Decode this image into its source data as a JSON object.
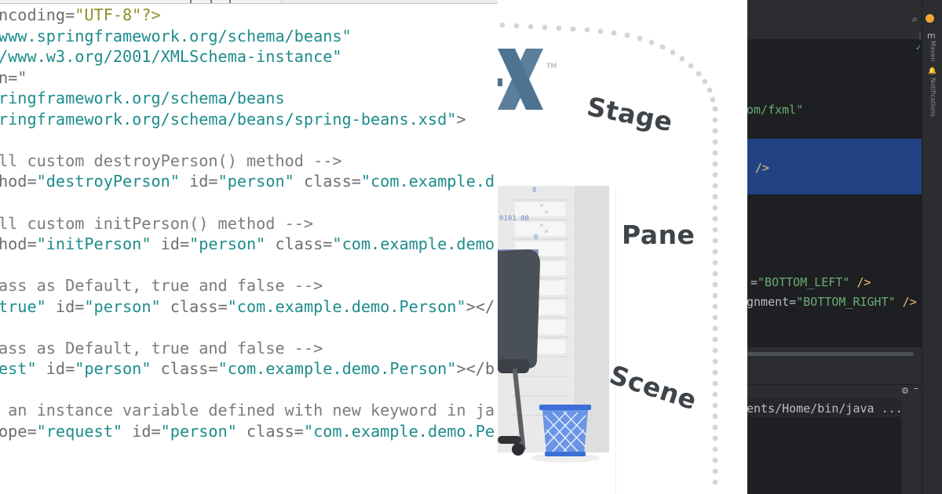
{
  "xml_editor": {
    "lines": [
      {
        "segments": [
          {
            "t": "ncoding=",
            "c": "plain"
          },
          {
            "t": "\"UTF-8\"",
            "c": "pi"
          },
          {
            "t": "?>",
            "c": "pi"
          }
        ]
      },
      {
        "segments": [
          {
            "t": "www.springframework.org/schema/beans\"",
            "c": "str"
          }
        ]
      },
      {
        "segments": [
          {
            "t": "/www.w3.org/2001/XMLSchema-instance\"",
            "c": "str"
          }
        ]
      },
      {
        "segments": [
          {
            "t": "n=\"",
            "c": "plain"
          }
        ]
      },
      {
        "segments": [
          {
            "t": "ringframework.org/schema/beans",
            "c": "str"
          }
        ]
      },
      {
        "segments": [
          {
            "t": "ringframework.org/schema/beans/spring-beans.xsd\"",
            "c": "str"
          },
          {
            "t": ">",
            "c": "plain"
          }
        ]
      },
      {
        "segments": []
      },
      {
        "segments": [
          {
            "t": "ll custom destroyPerson() method -->",
            "c": "comment"
          }
        ]
      },
      {
        "segments": [
          {
            "t": "hod=",
            "c": "plain"
          },
          {
            "t": "\"destroyPerson\"",
            "c": "str"
          },
          {
            "t": " id=",
            "c": "plain"
          },
          {
            "t": "\"person\"",
            "c": "str"
          },
          {
            "t": " class=",
            "c": "plain"
          },
          {
            "t": "\"com.example.d",
            "c": "str"
          }
        ]
      },
      {
        "segments": []
      },
      {
        "segments": [
          {
            "t": "ll custom initPerson() method -->",
            "c": "comment"
          }
        ]
      },
      {
        "segments": [
          {
            "t": "hod=",
            "c": "plain"
          },
          {
            "t": "\"initPerson\"",
            "c": "str"
          },
          {
            "t": " id=",
            "c": "plain"
          },
          {
            "t": "\"person\"",
            "c": "str"
          },
          {
            "t": " class=",
            "c": "plain"
          },
          {
            "t": "\"com.example.demo",
            "c": "str"
          }
        ]
      },
      {
        "segments": []
      },
      {
        "segments": [
          {
            "t": "ass as Default, true and false -->",
            "c": "comment"
          }
        ]
      },
      {
        "segments": [
          {
            "t": "true\"",
            "c": "str"
          },
          {
            "t": " id=",
            "c": "plain"
          },
          {
            "t": "\"person\"",
            "c": "str"
          },
          {
            "t": " class=",
            "c": "plain"
          },
          {
            "t": "\"com.example.demo.Person\"",
            "c": "str"
          },
          {
            "t": "></",
            "c": "plain"
          }
        ]
      },
      {
        "segments": []
      },
      {
        "segments": [
          {
            "t": "ass as Default, true and false -->",
            "c": "comment"
          }
        ]
      },
      {
        "segments": [
          {
            "t": "est\"",
            "c": "str"
          },
          {
            "t": " id=",
            "c": "plain"
          },
          {
            "t": "\"person\"",
            "c": "str"
          },
          {
            "t": " class=",
            "c": "plain"
          },
          {
            "t": "\"com.example.demo.Person\"",
            "c": "str"
          },
          {
            "t": "></b",
            "c": "plain"
          }
        ]
      },
      {
        "segments": []
      },
      {
        "segments": [
          {
            "t": " an instance variable defined with new keyword in ja",
            "c": "comment"
          }
        ]
      },
      {
        "segments": [
          {
            "t": "ope=",
            "c": "plain"
          },
          {
            "t": "\"request\"",
            "c": "str"
          },
          {
            "t": " id=",
            "c": "plain"
          },
          {
            "t": "\"person\"",
            "c": "str"
          },
          {
            "t": " class=",
            "c": "plain"
          },
          {
            "t": "\"com.example.demo.Pe",
            "c": "str"
          }
        ]
      }
    ]
  },
  "illustration": {
    "labels": {
      "stage": "Stage",
      "pane": "Pane",
      "scene": "Scene"
    },
    "logo_fragment": "X",
    "trademark": "TM",
    "rack_text_1": "0",
    "rack_text_2": "0101 00",
    "rack_text_3": "0",
    "colors": {
      "logo": "#4e7391",
      "label": "#3f4449",
      "accent_blue": "#3b6fd6",
      "dots": "#d5d5d5"
    }
  },
  "ide": {
    "code": {
      "fxml_ns": "om/fxml\"",
      "selected_close": "/>",
      "line_bottom_left": [
        {
          "t": "=",
          "c": "plain"
        },
        {
          "t": "\"BOTTOM_LEFT\"",
          "c": "str"
        },
        {
          "t": " />",
          "c": "tag"
        }
      ],
      "line_bottom_right": [
        {
          "t": "gnment=",
          "c": "attr"
        },
        {
          "t": "\"BOTTOM_RIGHT\"",
          "c": "str"
        },
        {
          "t": " />",
          "c": "tag"
        }
      ]
    },
    "run_path": "ents/Home/bin/java ...",
    "side_labels": {
      "maven": "Maven",
      "notifications": "Notifications"
    },
    "icons": [
      "search-icon",
      "update-icon",
      "more-icon",
      "maven-icon",
      "check-icon",
      "bell-icon",
      "settings-icon",
      "minimize-icon"
    ],
    "colors": {
      "bg": "#2b2d30",
      "editor_bg": "#1e1f22",
      "selection": "#214283",
      "string": "#6aab73",
      "tag": "#e8bf6a",
      "check": "#5fb865",
      "update_badge": "#f0a732"
    }
  }
}
